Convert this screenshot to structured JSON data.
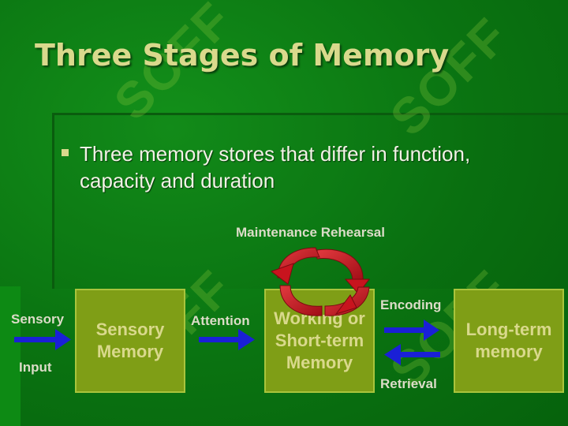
{
  "slide": {
    "title": "Three Stages of Memory",
    "bullet": "Three memory stores that differ in function, capacity and duration"
  },
  "watermark": {
    "text": "SOFF"
  },
  "diagram": {
    "labels": {
      "sensory": "Sensory",
      "input": "Input",
      "attention": "Attention",
      "maintenance": "Maintenance Rehearsal",
      "encoding": "Encoding",
      "retrieval": "Retrieval"
    },
    "boxes": {
      "sensory": {
        "line1": "Sensory",
        "line2": "Memory"
      },
      "working": {
        "line1": "Working or",
        "line2": "Short-term",
        "line3": "Memory"
      },
      "longterm": {
        "line1": "Long-term",
        "line2": "memory"
      }
    }
  },
  "colors": {
    "background": "#0b7a12",
    "title": "#d9d98c",
    "box_fill": "#7f9e16",
    "arrow_blue": "#1a20d6",
    "cycle_red": "#c8141e"
  }
}
